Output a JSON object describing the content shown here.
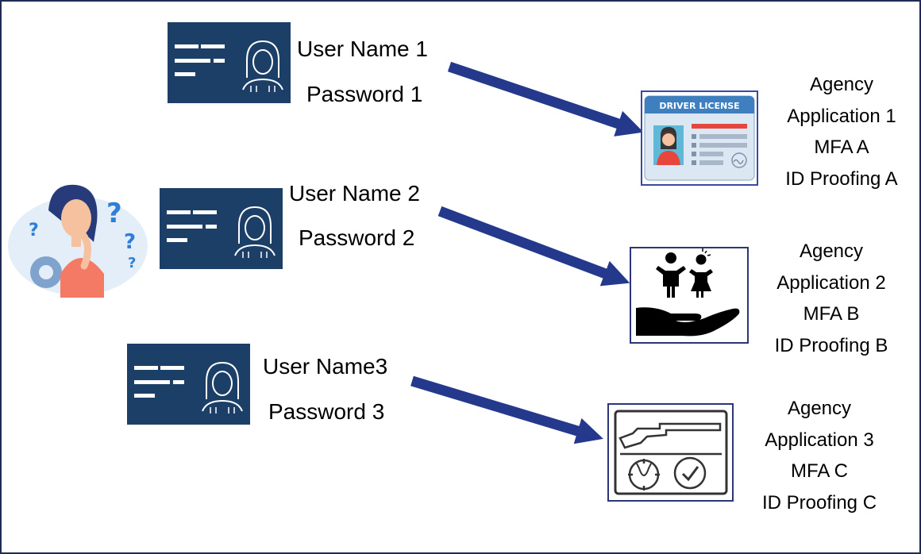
{
  "credentials": [
    {
      "user": "User Name 1",
      "password": "Password 1"
    },
    {
      "user": "User Name 2",
      "password": "Password 2"
    },
    {
      "user": "User Name3",
      "password": "Password 3"
    }
  ],
  "agencies": [
    {
      "line1": "Agency",
      "line2": "Application 1",
      "line3": "MFA A",
      "line4": "ID Proofing A",
      "icon": "driver-license-icon"
    },
    {
      "line1": "Agency",
      "line2": "Application 2",
      "line3": "MFA B",
      "line4": "ID Proofing B",
      "icon": "child-services-hand-icon"
    },
    {
      "line1": "Agency",
      "line2": "Application 3",
      "line3": "MFA C",
      "line4": "ID Proofing C",
      "icon": "hunting-license-icon"
    }
  ],
  "license_card_title": "DRIVER LICENSE",
  "colors": {
    "card": "#1b3f66",
    "arrow": "#24398c",
    "frame": "#1f2a55"
  }
}
